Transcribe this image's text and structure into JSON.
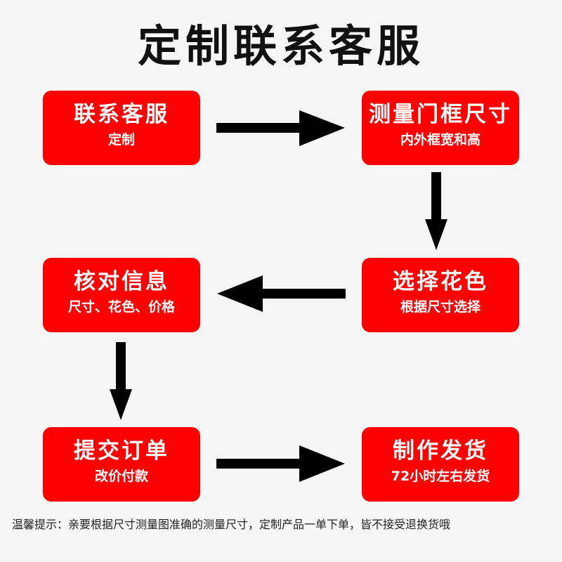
{
  "title": "定制联系客服",
  "steps": [
    {
      "main": "联系客服",
      "sub": "定制"
    },
    {
      "main": "测量门框尺寸",
      "sub": "内外框宽和高"
    },
    {
      "main": "选择花色",
      "sub": "根据尺寸选择"
    },
    {
      "main": "核对信息",
      "sub": "尺寸、花色、价格"
    },
    {
      "main": "提交订单",
      "sub": "改价付款"
    },
    {
      "main": "制作发货",
      "sub": "72小时左右发货"
    }
  ],
  "note": "温馨提示：亲要根据尺寸测量图准确的测量尺寸，定制产品一单下单，皆不接受退换货哦",
  "colors": {
    "box": "#ff0000",
    "arrow": "#000000",
    "title": "#111111",
    "background": "#f6f6f6"
  }
}
